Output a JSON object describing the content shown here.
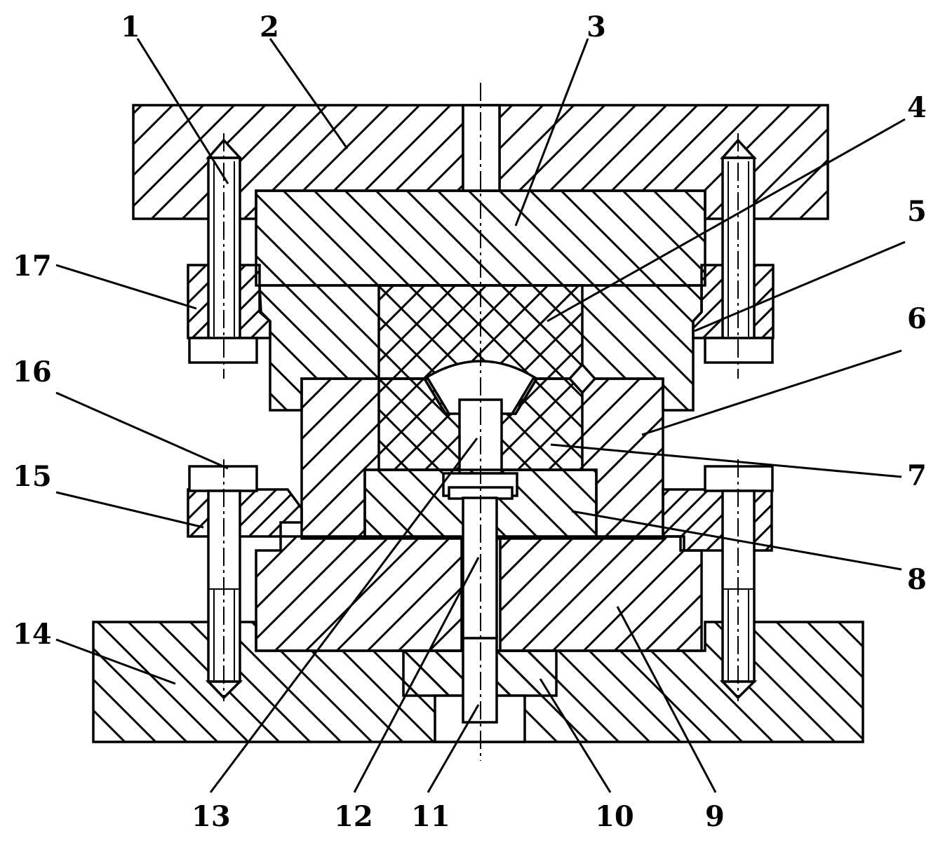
{
  "diagram": {
    "callouts": [
      "1",
      "2",
      "3",
      "4",
      "5",
      "6",
      "7",
      "8",
      "9",
      "10",
      "11",
      "12",
      "13",
      "14",
      "15",
      "16",
      "17"
    ]
  },
  "colors": {
    "ink": "#000000",
    "paper": "#ffffff"
  }
}
